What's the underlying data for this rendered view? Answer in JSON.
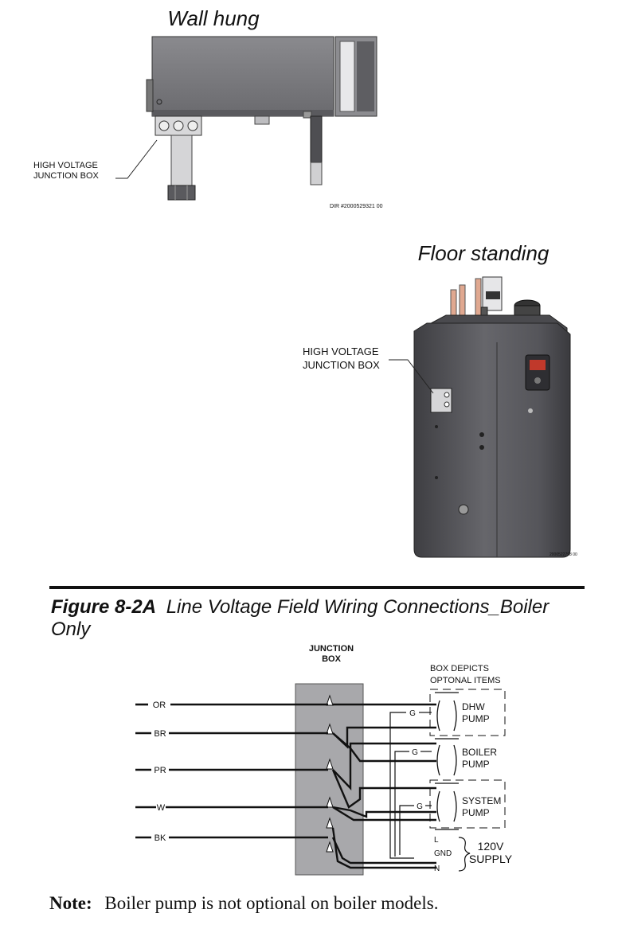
{
  "wall_hung": {
    "title": "Wall hung",
    "junction_label_line1": "HIGH VOLTAGE",
    "junction_label_line2": "JUNCTION BOX",
    "dir_code": "DIR #2000529321   00"
  },
  "floor_standing": {
    "title": "Floor standing",
    "junction_label_line1": "HIGH VOLTAGE",
    "junction_label_line2": "JUNCTION BOX",
    "dir_code": "2000522798  00"
  },
  "figure": {
    "number": "Figure 8-2A",
    "caption_line1": "Line Voltage Field Wiring Connections_Boiler",
    "caption_line2": "Only"
  },
  "wiring": {
    "junction_box_line1": "JUNCTION",
    "junction_box_line2": "BOX",
    "box_depicts_line1": "BOX DEPICTS",
    "box_depicts_line2": "OPTONAL ITEMS",
    "wires": [
      "OR",
      "BR",
      "PR",
      "W",
      "BK"
    ],
    "pumps": [
      {
        "line1": "DHW",
        "line2": "PUMP"
      },
      {
        "line1": "BOILER",
        "line2": "PUMP"
      },
      {
        "line1": "SYSTEM",
        "line2": "PUMP"
      }
    ],
    "ground_label": "G",
    "supply_terminals": [
      "L",
      "GND",
      "N"
    ],
    "supply_line1": "120V",
    "supply_line2": "SUPPLY"
  },
  "note": {
    "label": "Note:",
    "text": "Boiler pump is not optional on boiler models."
  },
  "colors": {
    "boiler_gray": "#6e6e72",
    "boiler_dark": "#4a4a4e",
    "junction_box_fill": "#a8a8ab",
    "rule": "#111111"
  }
}
